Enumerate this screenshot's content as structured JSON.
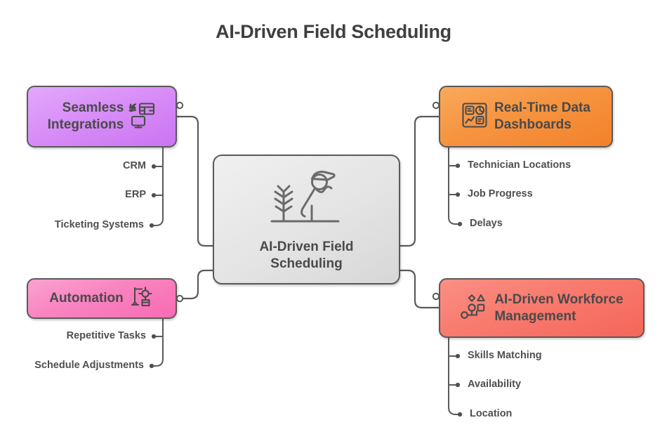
{
  "title": "AI-Driven Field Scheduling",
  "colors": {
    "purple": "#d88ef7",
    "pink": "#f983c0",
    "orange": "#f69440",
    "red": "#f87a6e",
    "center_gray": "#e4e4e4",
    "stroke": "#5a5a5a",
    "text": "#4a4a4a"
  },
  "center": {
    "label": "AI-Driven Field\nScheduling",
    "icon": "field-worker-icon"
  },
  "branches": [
    {
      "id": "integrations",
      "label": "Seamless\nIntegrations",
      "icon": "integrations-sync-monitor-icon",
      "color": "#d88ef7",
      "side": "left",
      "children": [
        "CRM",
        "ERP",
        "Ticketing Systems"
      ]
    },
    {
      "id": "automation",
      "label": "Automation",
      "icon": "robotic-arm-icon",
      "color": "#f983c0",
      "side": "left",
      "children": [
        "Repetitive Tasks",
        "Schedule Adjustments"
      ]
    },
    {
      "id": "dashboards",
      "label": "Real-Time Data\nDashboards",
      "icon": "dashboard-charts-icon",
      "color": "#f69440",
      "side": "right",
      "children": [
        "Technician Locations",
        "Job Progress",
        "Delays"
      ]
    },
    {
      "id": "workforce",
      "label": "AI-Driven Workforce\nManagement",
      "icon": "shapes-cluster-icon",
      "color": "#f87a6e",
      "side": "right",
      "children": [
        "Skills Matching",
        "Availability",
        "Location"
      ]
    }
  ]
}
